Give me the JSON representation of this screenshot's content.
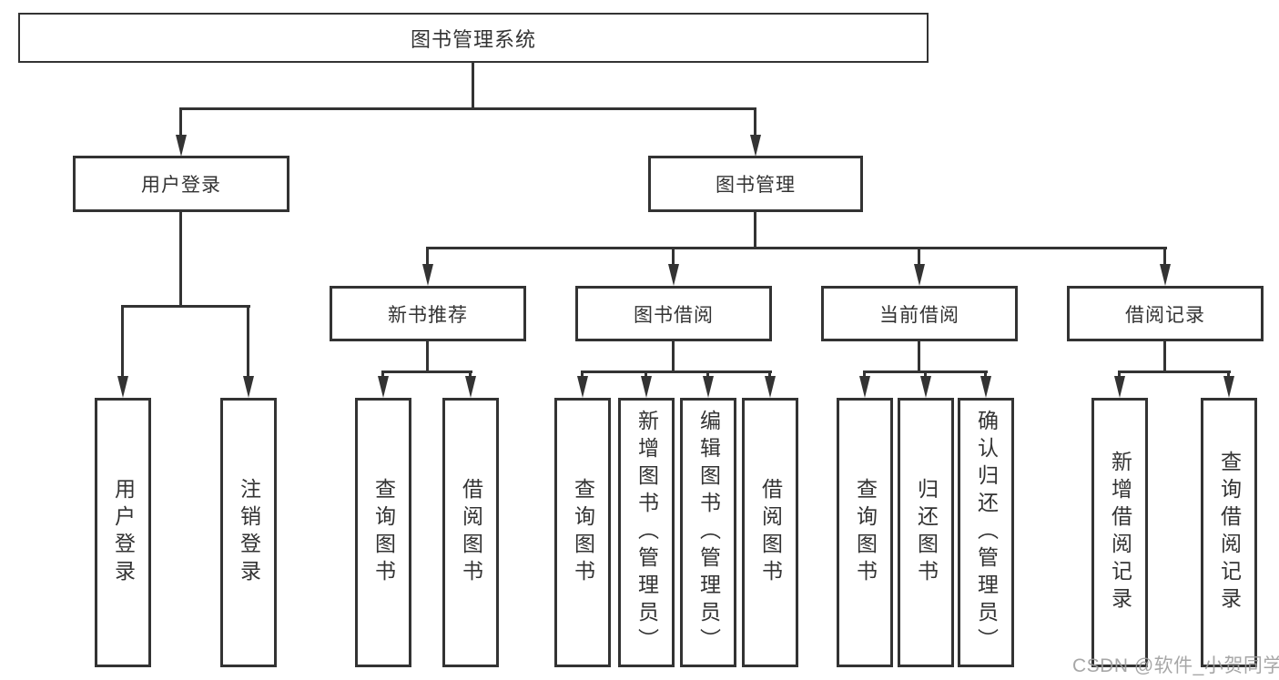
{
  "diagram": {
    "root": {
      "label": "图书管理系统"
    },
    "branches": [
      {
        "label": "用户登录",
        "leaves": [
          {
            "label": "用户登录"
          },
          {
            "label": "注销登录"
          }
        ]
      },
      {
        "label": "图书管理",
        "groups": [
          {
            "label": "新书推荐",
            "leaves": [
              {
                "label": "查询图书"
              },
              {
                "label": "借阅图书"
              }
            ]
          },
          {
            "label": "图书借阅",
            "leaves": [
              {
                "label": "查询图书"
              },
              {
                "label": "新增图书（管理员）"
              },
              {
                "label": "编辑图书（管理员）"
              },
              {
                "label": "借阅图书"
              }
            ]
          },
          {
            "label": "当前借阅",
            "leaves": [
              {
                "label": "查询图书"
              },
              {
                "label": "归还图书"
              },
              {
                "label": "确认归还（管理员）"
              }
            ]
          },
          {
            "label": "借阅记录",
            "leaves": [
              {
                "label": "新增借阅记录"
              },
              {
                "label": "查询借阅记录"
              }
            ]
          }
        ]
      }
    ]
  },
  "watermark": {
    "text": "CSDN @软件_小贺同学"
  },
  "colors": {
    "line": "#333333",
    "text": "#333333",
    "watermark": "#9e9e9e",
    "background": "#ffffff"
  }
}
